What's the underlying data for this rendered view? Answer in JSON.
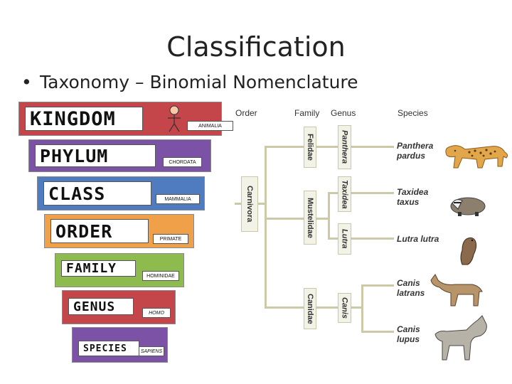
{
  "slide": {
    "title": "Classification",
    "bullet": "Taxonomy – Binomial Nomenclature"
  },
  "ranks": [
    {
      "label": "KINGDOM",
      "tag": "ANIMALIA",
      "color": "#c4454a"
    },
    {
      "label": "PHYLUM",
      "tag": "CHORDATA",
      "color": "#7b52a6"
    },
    {
      "label": "CLASS",
      "tag": "MAMMALIA",
      "color": "#4f7cc0"
    },
    {
      "label": "ORDER",
      "tag": "PRIMATE",
      "color": "#f0a049"
    },
    {
      "label": "FAMILY",
      "tag": "HOMINIDAE",
      "color": "#8dbb4e"
    },
    {
      "label": "GENUS",
      "tag": "HOMO",
      "color": "#c4454a"
    },
    {
      "label": "SPECIES",
      "tag": "SAPIENS",
      "color": "#7b52a6"
    }
  ],
  "diagram": {
    "headers": {
      "order": "Order",
      "family": "Family",
      "genus": "Genus",
      "species": "Species"
    },
    "order": "Carnivora",
    "families": [
      "Felidae",
      "Mustelidae",
      "Canidae"
    ],
    "genera": [
      "Panthera",
      "Taxidea",
      "Lutra",
      "Canis"
    ],
    "species": [
      {
        "line1": "Panthera",
        "line2": "pardus",
        "animal": "leopard"
      },
      {
        "line1": "Taxidea",
        "line2": "taxus",
        "animal": "badger"
      },
      {
        "line1": "Lutra lutra",
        "line2": "",
        "animal": "otter"
      },
      {
        "line1": "Canis",
        "line2": "latrans",
        "animal": "coyote"
      },
      {
        "line1": "Canis",
        "line2": "lupus",
        "animal": "wolf"
      }
    ]
  }
}
